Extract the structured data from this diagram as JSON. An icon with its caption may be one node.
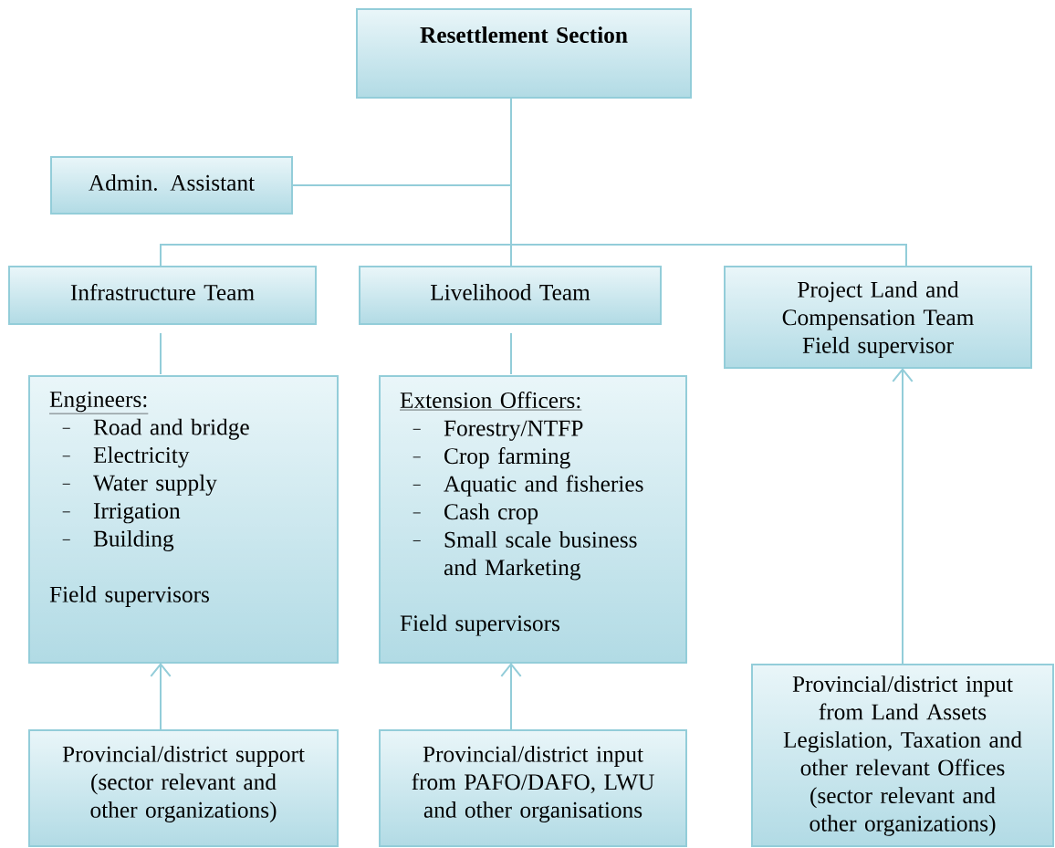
{
  "diagram": {
    "nodes": [
      {
        "text": [
          "Resettlement Section"
        ]
      },
      {
        "text": [
          "Admin. Assistant"
        ]
      },
      {
        "text": [
          "Infrastructure Team"
        ]
      },
      {
        "text": [
          "Livelihood Team"
        ]
      },
      {
        "text": [
          "Project Land and Compensation Team",
          "Field supervisor"
        ]
      },
      {
        "text": [
          "Engineers:",
          "Road and bridge",
          "Electricity",
          "Water supply",
          "Irrigation",
          "Building",
          "Field supervisors"
        ]
      },
      {
        "text": [
          "Extension Officers:",
          "Forestry/NTFP",
          "Crop farming",
          "Aquatic and fisheries",
          "Cash crop",
          "Small scale business and Marketing",
          "Field supervisors"
        ]
      },
      {
        "text": [
          "Provincial/district support (sector relevant and other organizations)"
        ]
      },
      {
        "text": [
          "Provincial/district input from PAFO/DAFO, LWU and other organisations"
        ]
      },
      {
        "text": [
          "Provincial/district input from Land Assets Legislation, Taxation and other relevant Offices (sector relevant and other organizations)"
        ]
      }
    ],
    "edges": [
      {
        "from": 0,
        "to": 1,
        "arrow": "none"
      },
      {
        "from": 0,
        "to": 2,
        "arrow": "none"
      },
      {
        "from": 0,
        "to": 3,
        "arrow": "none"
      },
      {
        "from": 0,
        "to": 4,
        "arrow": "none"
      },
      {
        "from": 2,
        "to": 5,
        "arrow": "none"
      },
      {
        "from": 3,
        "to": 6,
        "arrow": "none"
      },
      {
        "from": 7,
        "to": 5,
        "arrow": "to"
      },
      {
        "from": 8,
        "to": 6,
        "arrow": "to"
      },
      {
        "from": 9,
        "to": 4,
        "arrow": "to"
      }
    ]
  }
}
